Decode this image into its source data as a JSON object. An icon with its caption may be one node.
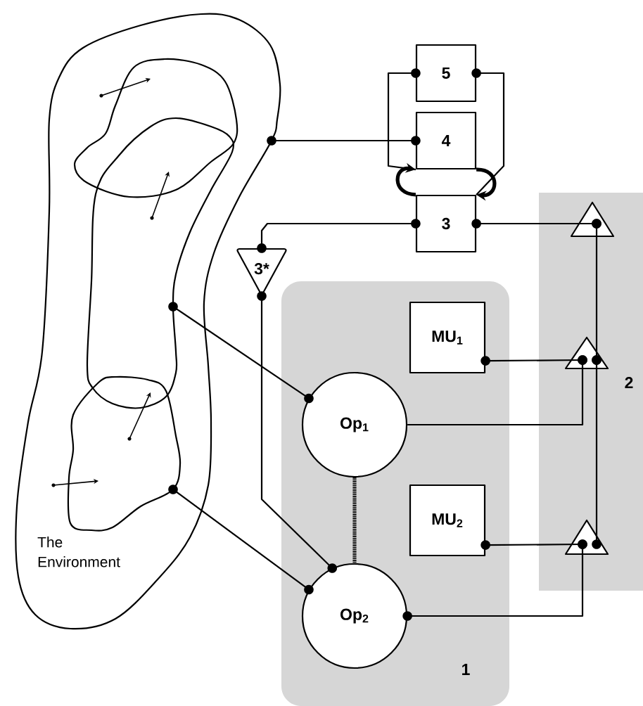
{
  "diagram": {
    "nodes": [
      {
        "text": [
          "The Environment"
        ]
      },
      {
        "text": [
          "1"
        ]
      },
      {
        "text": [
          "2"
        ]
      },
      {
        "text": [
          "5"
        ]
      },
      {
        "text": [
          "4"
        ]
      },
      {
        "text": [
          "3"
        ]
      },
      {
        "text": [
          "3*"
        ]
      },
      {
        "text": [
          "MU$_{1}$"
        ],
        "in": 1
      },
      {
        "text": [
          "MU$_{2}$"
        ],
        "in": 1
      },
      {
        "text": [
          "Op$_{1}$"
        ],
        "in": 1
      },
      {
        "text": [
          "Op$_{2}$"
        ],
        "in": 1
      },
      {
        "text": [],
        "shape": "triangle",
        "in": 2
      },
      {
        "text": [],
        "shape": "triangle",
        "in": 2
      },
      {
        "text": [],
        "shape": "triangle",
        "in": 2
      }
    ],
    "edges": [
      {
        "from": 0,
        "to": 4,
        "arrow": "other"
      },
      {
        "from": 3,
        "to": 4,
        "arrow": "other"
      },
      {
        "from": 3,
        "to": 5,
        "arrow": "other"
      },
      {
        "from": 5,
        "to": 4,
        "arrow": "to",
        "style": "thick"
      },
      {
        "from": 4,
        "to": 5,
        "arrow": "to",
        "style": "thick"
      },
      {
        "from": 5,
        "to": 6,
        "arrow": "other"
      },
      {
        "from": 5,
        "to": 11,
        "arrow": "other"
      },
      {
        "from": 6,
        "to": 10,
        "arrow": "other"
      },
      {
        "from": 0,
        "to": 9,
        "arrow": "other"
      },
      {
        "from": 0,
        "to": 10,
        "arrow": "other"
      },
      {
        "from": 9,
        "to": 10,
        "arrow": "none",
        "style": "dashed"
      },
      {
        "from": 7,
        "to": 12,
        "arrow": "other"
      },
      {
        "from": 9,
        "to": 12,
        "arrow": "other"
      },
      {
        "from": 8,
        "to": 13,
        "arrow": "other"
      },
      {
        "from": 10,
        "to": 13,
        "arrow": "other"
      },
      {
        "from": 11,
        "to": 12,
        "arrow": "other"
      },
      {
        "from": 12,
        "to": 13,
        "arrow": "other"
      }
    ]
  }
}
